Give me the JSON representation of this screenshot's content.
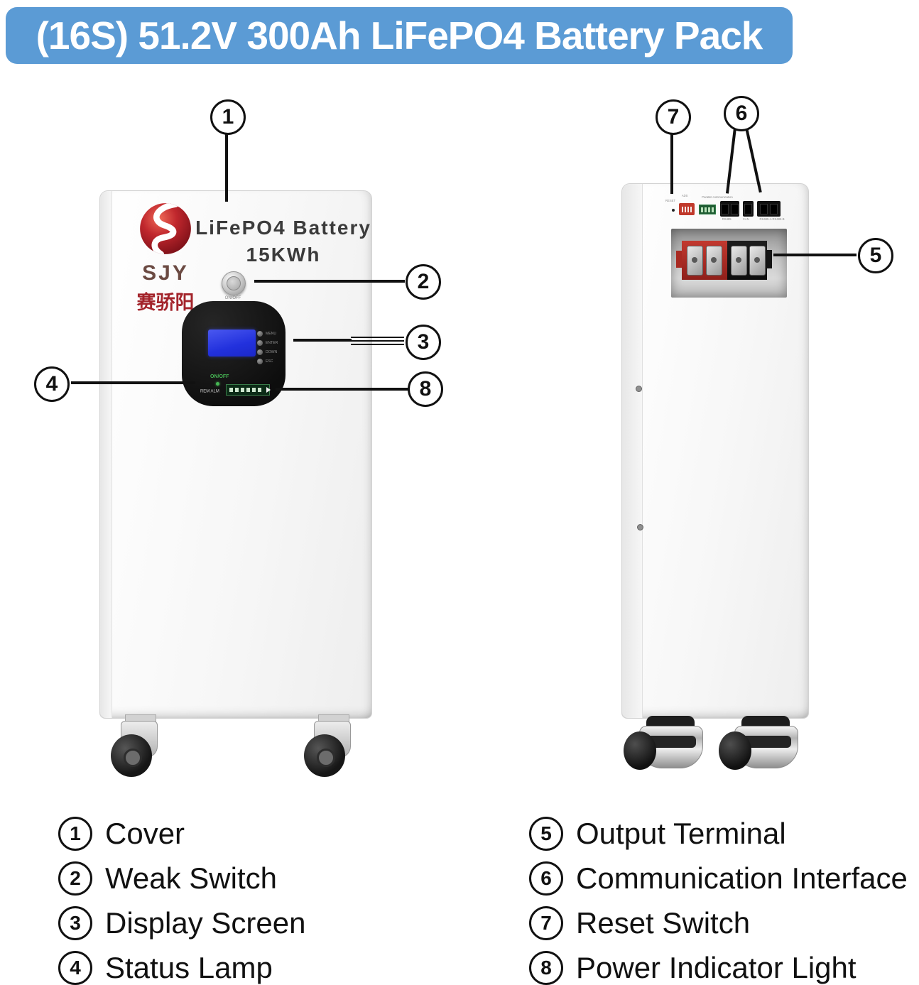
{
  "title": "(16S) 51.2V 300Ah LiFePO4 Battery Pack",
  "colors": {
    "banner_blue": "#5b9bd5",
    "brand_red": "#c0272d",
    "lcd_blue": "#2231dd",
    "led_green": "#46b654",
    "terminal_red": "#b03028",
    "terminal_black": "#141414"
  },
  "front_unit": {
    "brand_abbr": "SJY",
    "brand_cn": "赛骄阳",
    "model_line1": "LiFePO4 Battery",
    "model_line2": "15KWh",
    "weak_switch_label": "ON/OFF",
    "display": {
      "buttons": [
        "MENU",
        "ENTER",
        "DOWN",
        "ESC"
      ],
      "onoff_label": "ON/OFF",
      "rem_alm_label": "REM ALM"
    }
  },
  "side_unit": {
    "reset_label": "RESET",
    "dip_label": "ADS",
    "parallel_label": "Parallel communication",
    "port_labels": [
      "RS485",
      "CAN",
      "RS485-A RS485-B"
    ]
  },
  "callouts": [
    "1",
    "2",
    "3",
    "4",
    "5",
    "6",
    "7",
    "8"
  ],
  "legend": {
    "left": [
      {
        "num": "1",
        "label": "Cover"
      },
      {
        "num": "2",
        "label": "Weak Switch"
      },
      {
        "num": "3",
        "label": "Display Screen"
      },
      {
        "num": "4",
        "label": "Status Lamp"
      }
    ],
    "right": [
      {
        "num": "5",
        "label": "Output Terminal"
      },
      {
        "num": "6",
        "label": "Communication Interface"
      },
      {
        "num": "7",
        "label": "Reset Switch"
      },
      {
        "num": "8",
        "label": "Power Indicator Light"
      }
    ]
  }
}
